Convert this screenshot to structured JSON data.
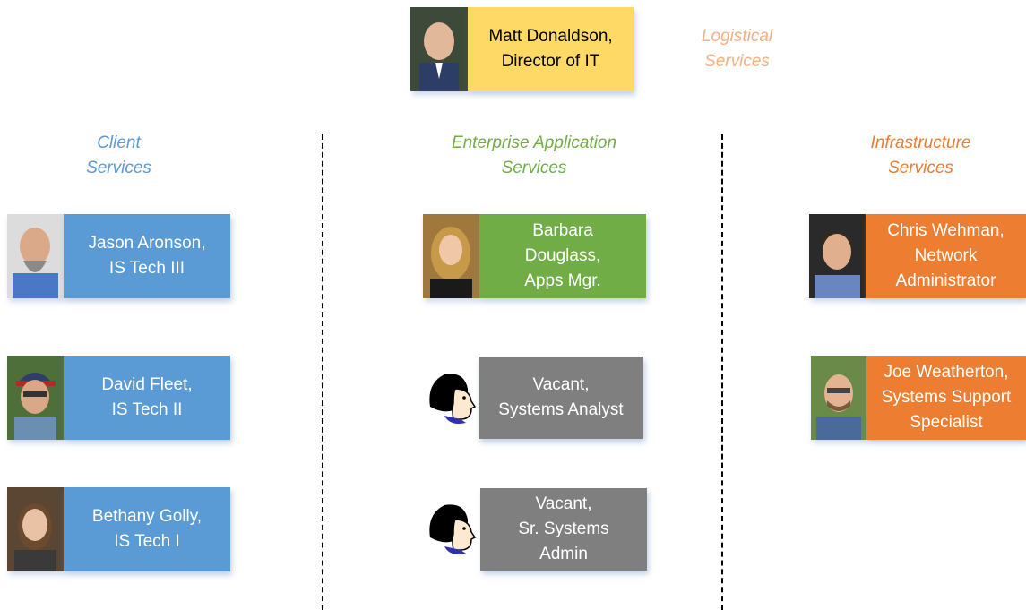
{
  "colors": {
    "director": "#ffd966",
    "client": "#5b9bd5",
    "enterprise": "#70ad47",
    "infrastructure": "#ed7d31",
    "vacant": "#7f7f7f",
    "client_heading": "#5b9bd5",
    "enterprise_heading": "#70ad47",
    "infrastructure_heading": "#ed7d31",
    "logistical_heading": "#f4b183"
  },
  "director": {
    "label": "Matt Donaldson,\nDirector of IT"
  },
  "headings": {
    "logistical": "Logistical\nServices",
    "client": "Client\nServices",
    "enterprise": "Enterprise Application\nServices",
    "infrastructure": "Infrastructure\nServices"
  },
  "client": [
    {
      "label": "Jason Aronson,\nIS Tech III"
    },
    {
      "label": "David Fleet,\nIS Tech II"
    },
    {
      "label": "Bethany Golly,\nIS Tech I"
    }
  ],
  "enterprise": [
    {
      "label": "Barbara\nDouglass,\nApps Mgr."
    },
    {
      "label": "Vacant,\nSystems Analyst"
    },
    {
      "label": "Vacant,\nSr. Systems\nAdmin"
    }
  ],
  "infrastructure": [
    {
      "label": "Chris Wehman,\nNetwork\nAdministrator"
    },
    {
      "label": "Joe Weatherton,\nSystems Support\nSpecialist"
    }
  ]
}
